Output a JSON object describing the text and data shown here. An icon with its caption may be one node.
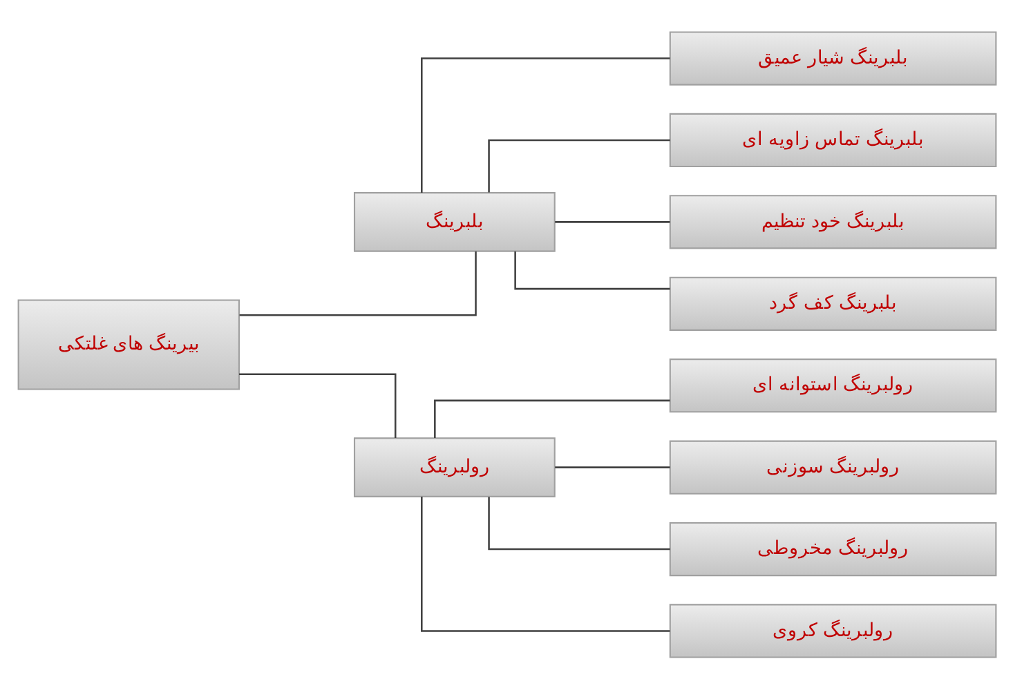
{
  "diagram": {
    "nodes": [
      {
        "text": [
          "بیرینگ های غلتکی"
        ]
      },
      {
        "text": [
          "بلبرینگ"
        ]
      },
      {
        "text": [
          "رولبرینگ"
        ]
      },
      {
        "text": [
          "بلبرینگ شیار عمیق"
        ]
      },
      {
        "text": [
          "بلبرینگ تماس زاویه ای"
        ]
      },
      {
        "text": [
          "بلبرینگ خود تنظیم"
        ]
      },
      {
        "text": [
          "بلبرینگ کف گرد"
        ]
      },
      {
        "text": [
          "رولبرینگ استوانه ای"
        ]
      },
      {
        "text": [
          "رولبرینگ سوزنی"
        ]
      },
      {
        "text": [
          "رولبرینگ مخروطی"
        ]
      },
      {
        "text": [
          "رولبرینگ کروی"
        ]
      }
    ],
    "edges": [
      {
        "from": 0,
        "to": 1,
        "arrow": "none"
      },
      {
        "from": 0,
        "to": 2,
        "arrow": "none"
      },
      {
        "from": 1,
        "to": 3,
        "arrow": "none"
      },
      {
        "from": 1,
        "to": 4,
        "arrow": "none"
      },
      {
        "from": 1,
        "to": 5,
        "arrow": "none"
      },
      {
        "from": 1,
        "to": 6,
        "arrow": "none"
      },
      {
        "from": 2,
        "to": 7,
        "arrow": "none"
      },
      {
        "from": 2,
        "to": 8,
        "arrow": "none"
      },
      {
        "from": 2,
        "to": 9,
        "arrow": "none"
      },
      {
        "from": 2,
        "to": 10,
        "arrow": "none"
      }
    ]
  }
}
